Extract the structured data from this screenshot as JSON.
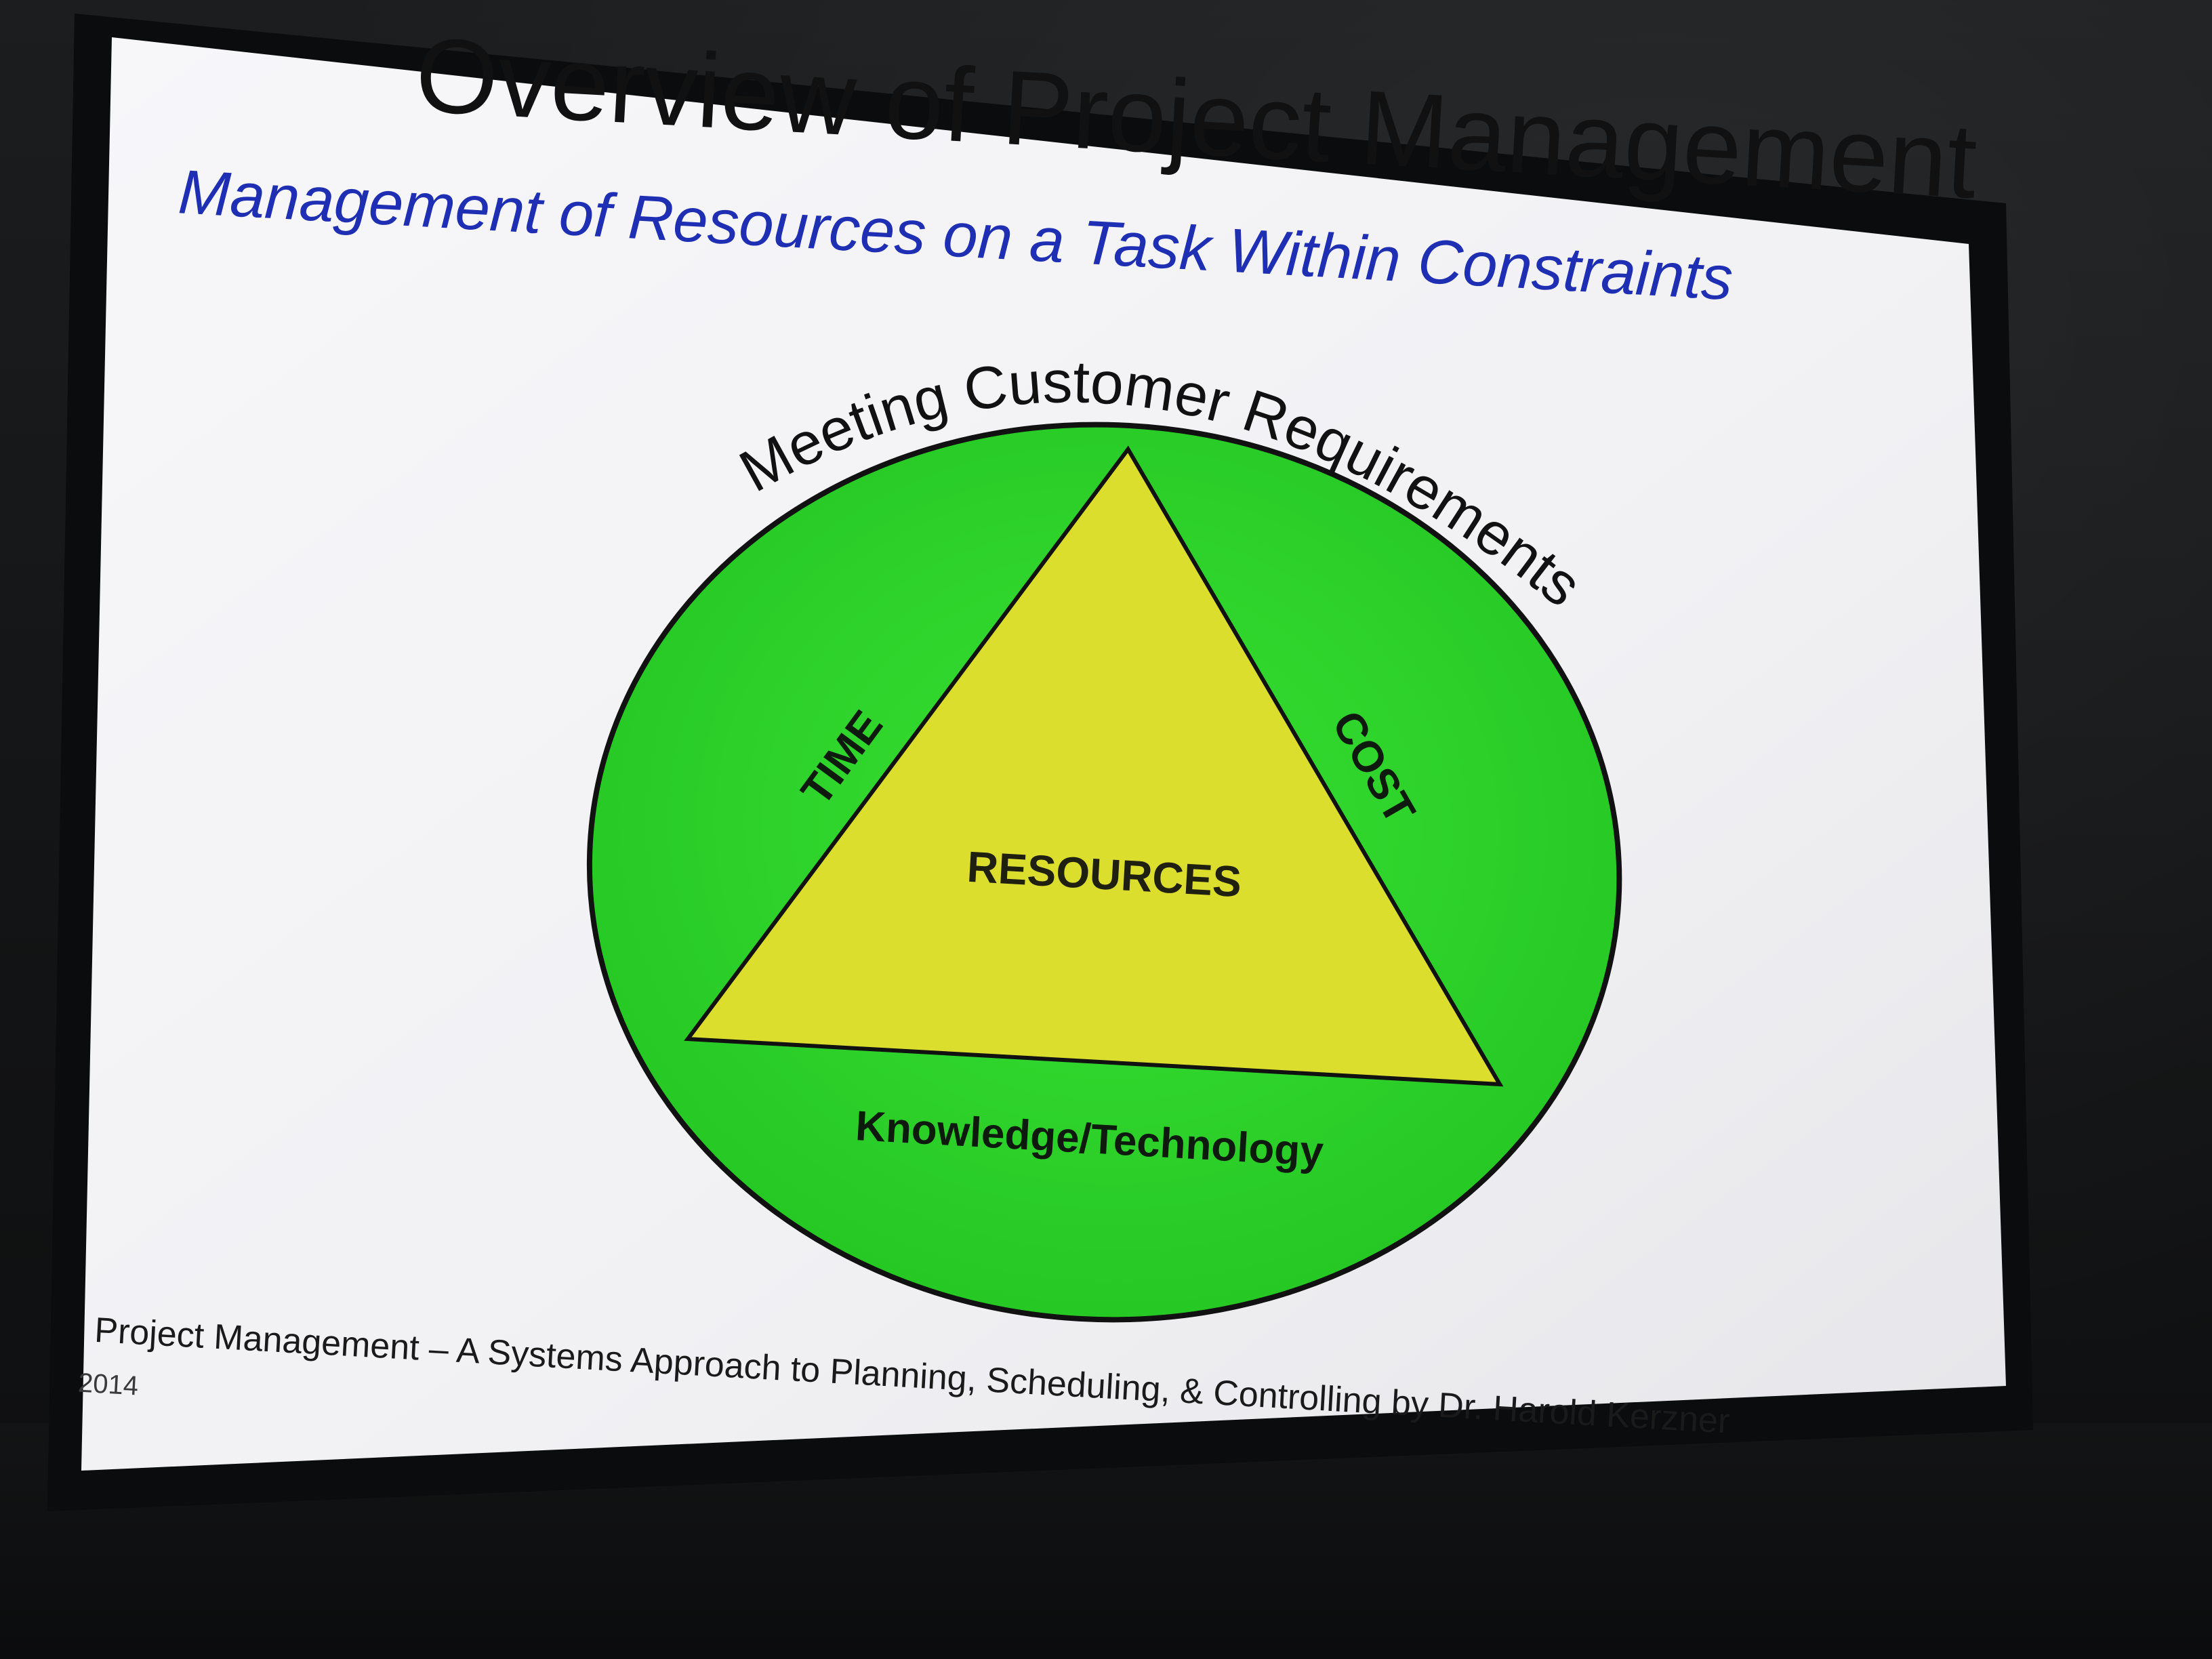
{
  "slide": {
    "title": "Overview of Project Management",
    "subtitle": "Management of Resources on a Task Within Constraints",
    "diagram": {
      "outer_arc_label": "Meeting Customer Requirements",
      "left_side_label": "TIME",
      "right_side_label": "COST",
      "center_label": "RESOURCES",
      "base_label": "Knowledge/Technology",
      "colors": {
        "circle_fill": "#2ed62b",
        "triangle_fill": "#dcde2e",
        "outline": "#111111"
      }
    },
    "credit": "Project Management – A Systems Approach to Planning, Scheduling, & Controlling by Dr. Harold Kerzner",
    "year_fragment": "2014"
  },
  "colors": {
    "screen": "#f4f4f6",
    "subtitle": "#1f2fb4",
    "room": "#16181a"
  }
}
